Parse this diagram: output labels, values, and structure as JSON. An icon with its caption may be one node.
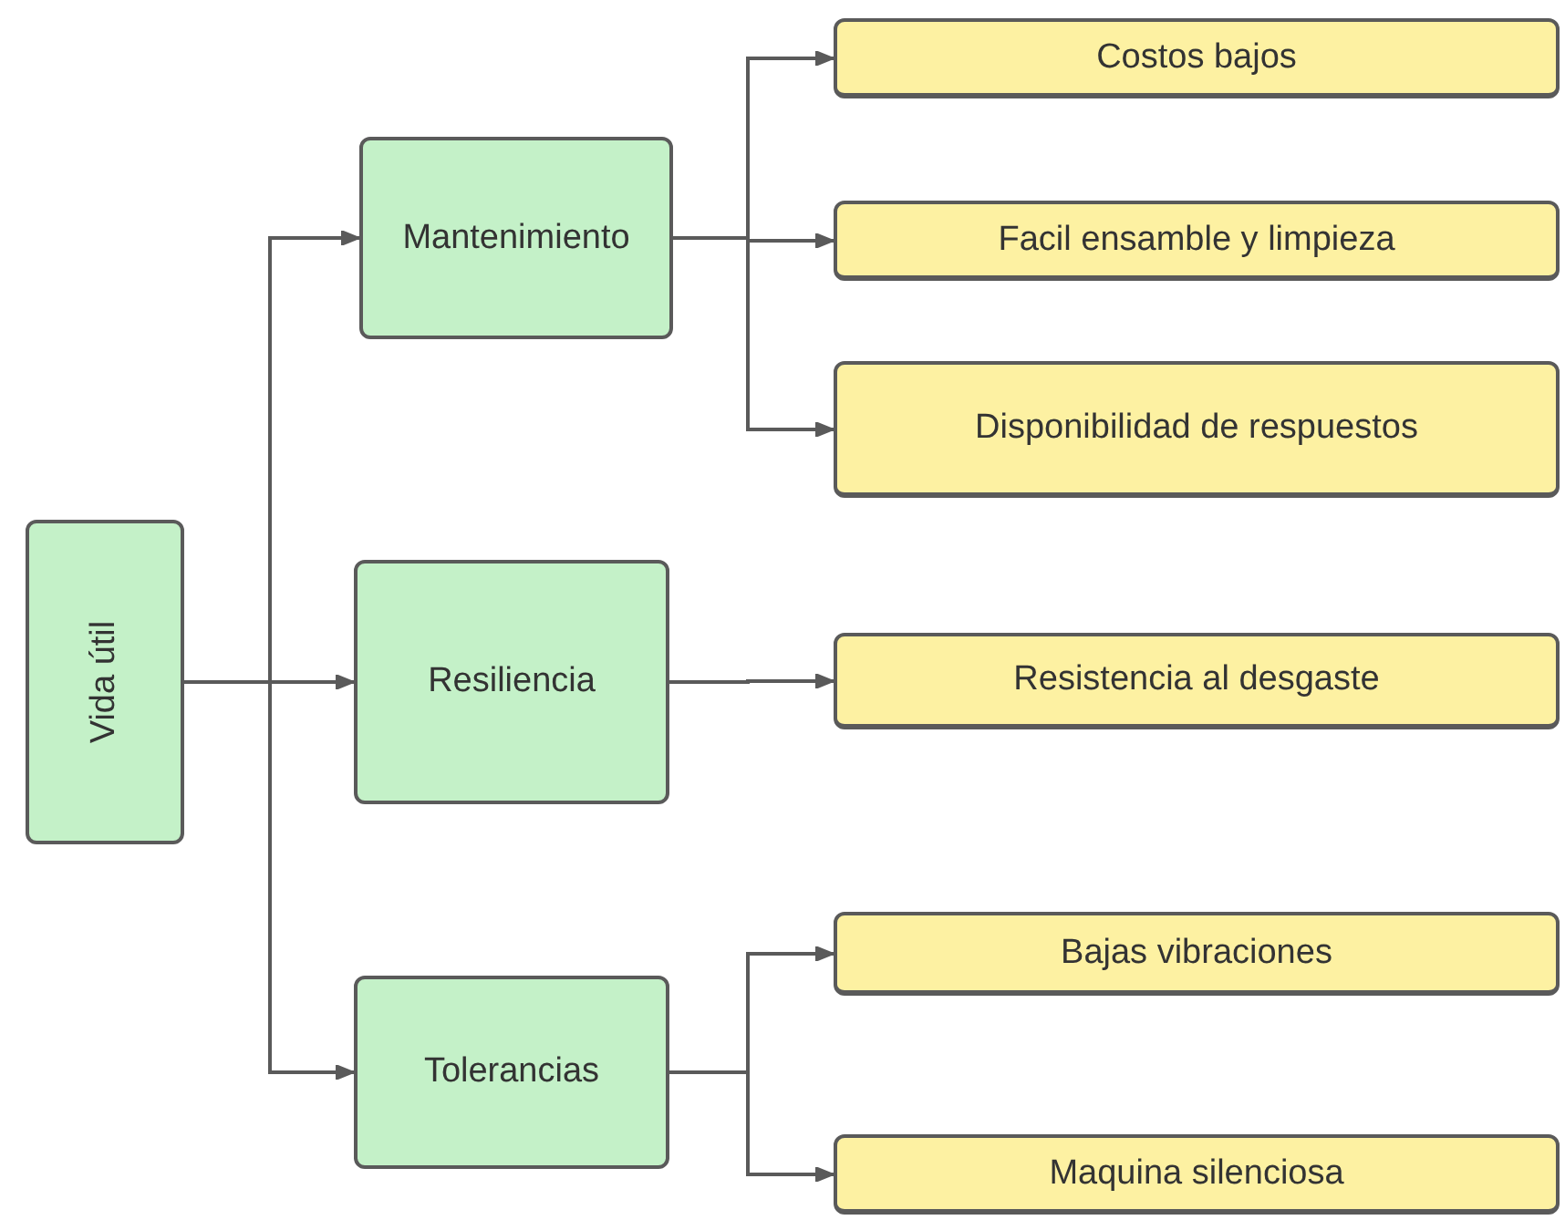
{
  "diagram": {
    "nodes": [
      {
        "text": [
          "Vida útil"
        ]
      },
      {
        "text": [
          "Mantenimiento"
        ]
      },
      {
        "text": [
          "Resiliencia"
        ]
      },
      {
        "text": [
          "Tolerancias"
        ]
      },
      {
        "text": [
          "Costos bajos"
        ]
      },
      {
        "text": [
          "Facil ensamble y limpieza"
        ]
      },
      {
        "text": [
          "Disponibilidad de respuestos"
        ]
      },
      {
        "text": [
          "Resistencia al desgaste"
        ]
      },
      {
        "text": [
          "Bajas vibraciones"
        ]
      },
      {
        "text": [
          "Maquina silenciosa"
        ]
      }
    ],
    "edges": [
      {
        "from": 0,
        "to": 1,
        "arrow": "to"
      },
      {
        "from": 0,
        "to": 2,
        "arrow": "to"
      },
      {
        "from": 0,
        "to": 3,
        "arrow": "to"
      },
      {
        "from": 1,
        "to": 4,
        "arrow": "to"
      },
      {
        "from": 1,
        "to": 5,
        "arrow": "to"
      },
      {
        "from": 1,
        "to": 6,
        "arrow": "to"
      },
      {
        "from": 2,
        "to": 7,
        "arrow": "to"
      },
      {
        "from": 3,
        "to": 8,
        "arrow": "to"
      },
      {
        "from": 3,
        "to": 9,
        "arrow": "to"
      }
    ]
  }
}
